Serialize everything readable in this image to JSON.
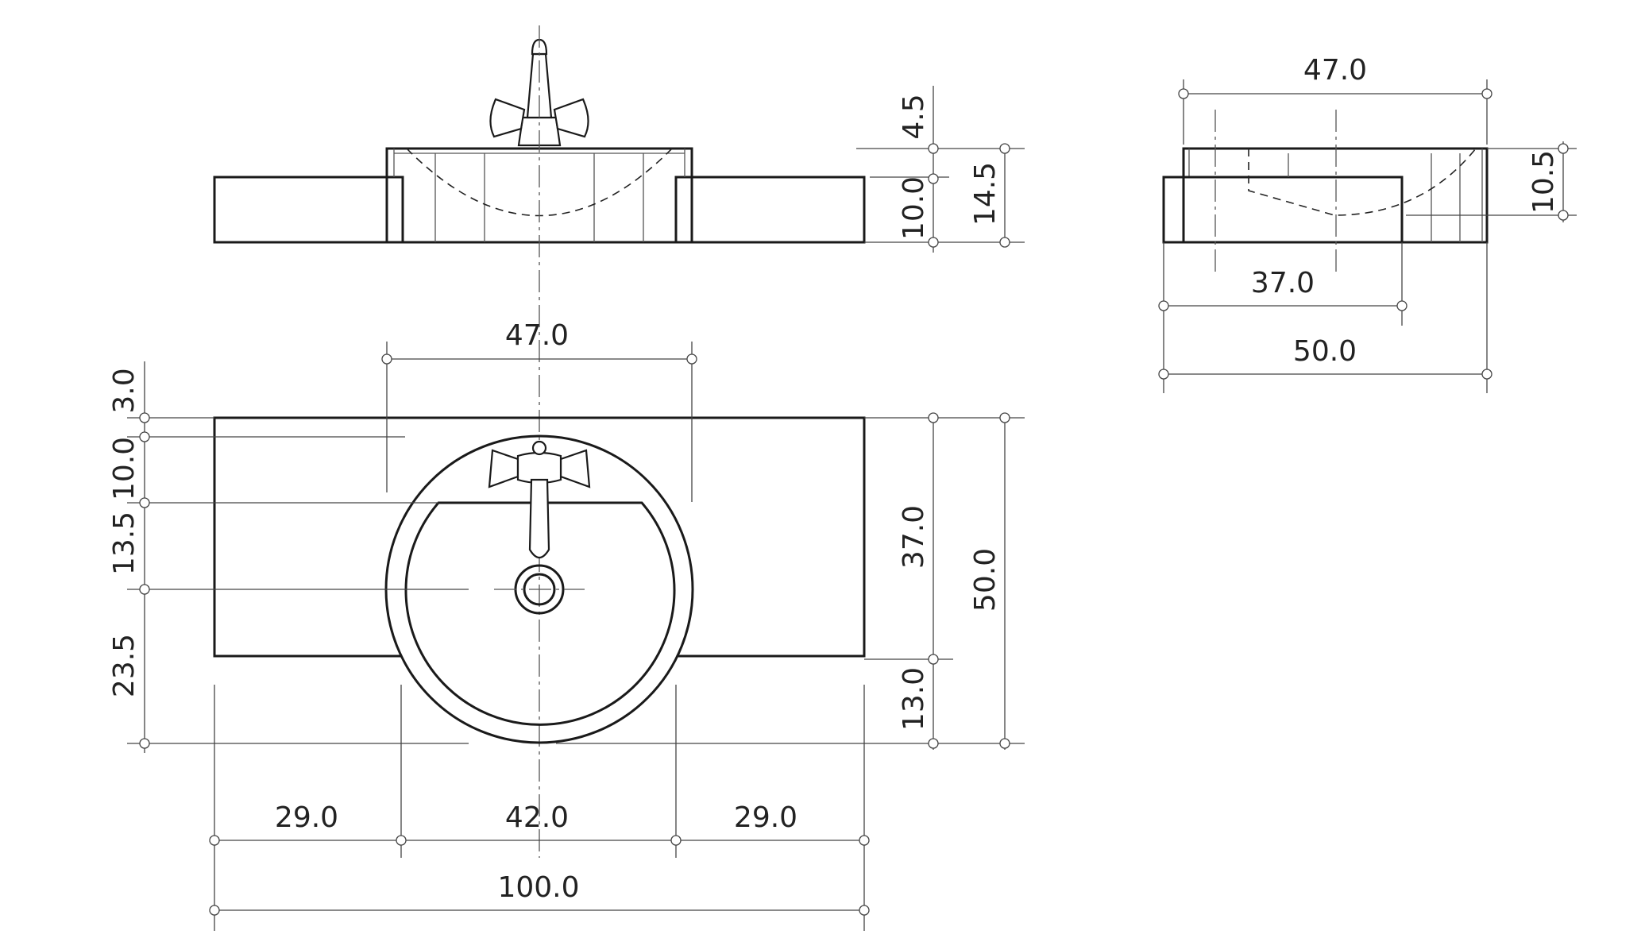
{
  "dimensions": {
    "front_view": {
      "faucet_height": "4.5",
      "counter_thickness": "10.0",
      "total_height": "14.5"
    },
    "side_view": {
      "top_width": "47.0",
      "basin_depth": "10.5",
      "inner_width": "37.0",
      "total_width": "50.0"
    },
    "plan_view": {
      "bowl_width": "47.0",
      "left_a": "3.0",
      "left_b": "10.0",
      "left_c": "13.5",
      "left_d": "23.5",
      "right_counter_depth": "37.0",
      "right_total_depth": "50.0",
      "right_overhang": "13.0",
      "bottom_left": "29.0",
      "bottom_center": "42.0",
      "bottom_right": "29.0",
      "bottom_total": "100.0"
    }
  }
}
